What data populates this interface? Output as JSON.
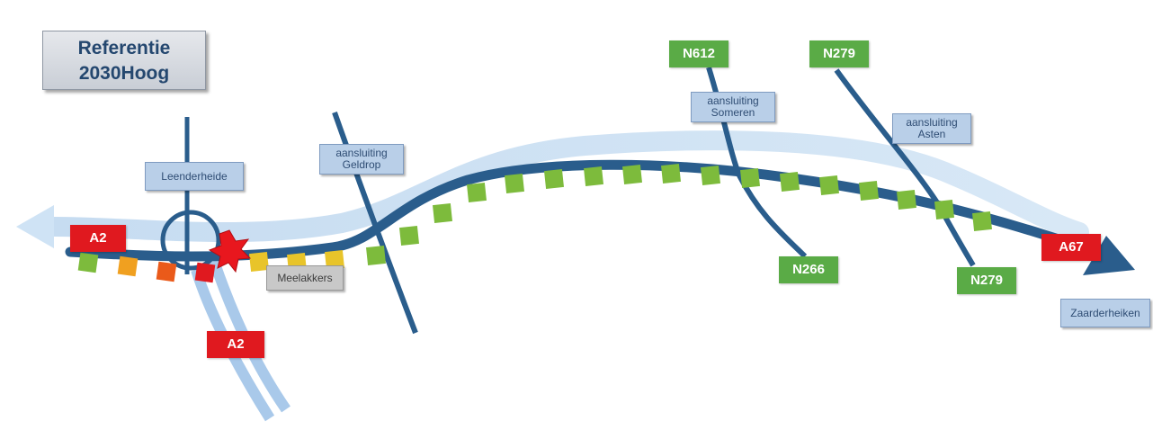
{
  "title": {
    "line1": "Referentie",
    "line2": "2030Hoog"
  },
  "junction_labels": {
    "leenderheide": "Leenderheide",
    "geldrop": {
      "line1": "aansluiting",
      "line2": "Geldrop"
    },
    "someren": {
      "line1": "aansluiting",
      "line2": "Someren"
    },
    "asten": {
      "line1": "aansluiting",
      "line2": "Asten"
    },
    "meelakkers": "Meelakkers",
    "zaarderheiken": "Zaarderheiken"
  },
  "road_badges": {
    "a2_west": "A2",
    "a2_south": "A2",
    "a67_east": "A67",
    "n612": "N612",
    "n279_north": "N279",
    "n266": "N266",
    "n279_south": "N279"
  },
  "colors": {
    "main_road": "#2a5d8c",
    "light_road": "#cfe3f5",
    "badge_red": "#e0191f",
    "badge_green": "#5aab46",
    "incident": "#e8171e"
  },
  "congestion_segments": [
    "green",
    "orange",
    "red-orange",
    "red",
    "yellow",
    "yellow",
    "yellow",
    "green",
    "green",
    "green",
    "green",
    "green",
    "green",
    "green",
    "green",
    "green",
    "green",
    "green",
    "green",
    "green",
    "green",
    "green",
    "green",
    "green",
    "green",
    "green",
    "green"
  ]
}
